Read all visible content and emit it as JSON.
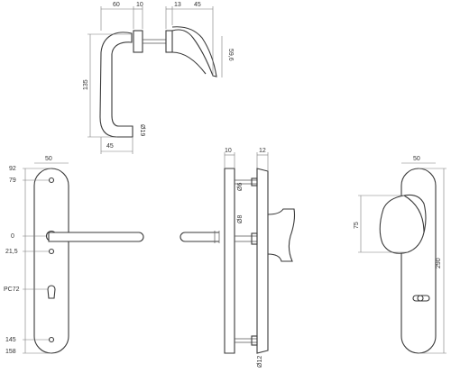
{
  "top_view": {
    "dims": {
      "w60": "60",
      "w10": "10",
      "w13": "13",
      "w45": "45",
      "h59": "59,6",
      "h135": "135",
      "d19": "Ø19",
      "b45": "45"
    }
  },
  "plate_view": {
    "width": "50",
    "marks": {
      "m92": "92",
      "m79": "79",
      "m0": "0",
      "m21": "21,5",
      "pc": "PC72",
      "m145": "145",
      "m158": "158"
    }
  },
  "side_view": {
    "dims": {
      "w10": "10",
      "w12": "12",
      "d6": "Ø6",
      "d8": "Ø8",
      "d12": "Ø12"
    }
  },
  "rose_view": {
    "width": "50",
    "height": "290",
    "knob_height": "75"
  }
}
